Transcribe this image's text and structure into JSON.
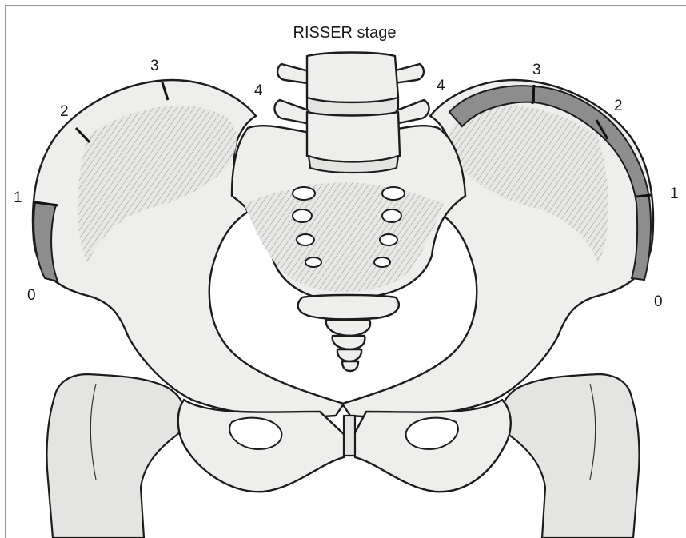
{
  "title": "RISSER stage",
  "left_stages": {
    "s0": "0",
    "s1": "1",
    "s2": "2",
    "s3": "3",
    "s4": "4"
  },
  "right_stages": {
    "s0": "0",
    "s1": "1",
    "s2": "2",
    "s3": "3",
    "s4": "4"
  },
  "colors": {
    "bone": "#eeeeec",
    "ossified_apophysis": "#8d8d8d",
    "outline": "#1c1c1c"
  }
}
